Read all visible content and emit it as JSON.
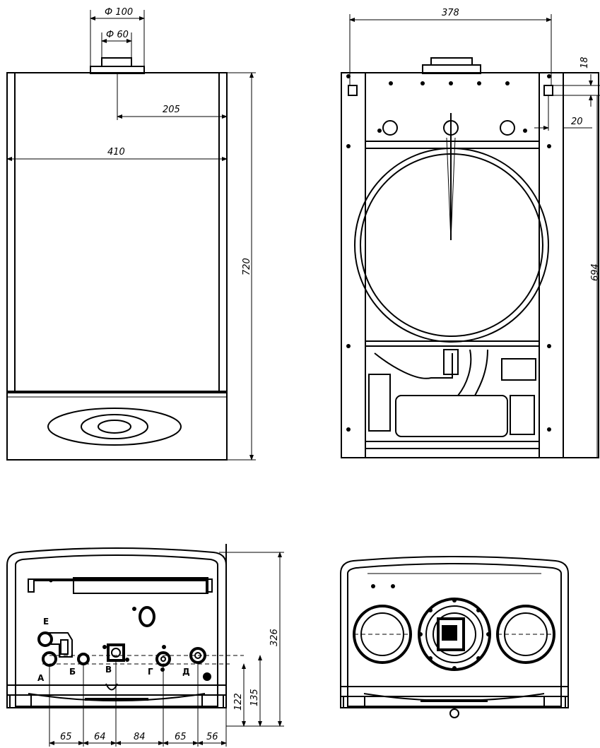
{
  "front_view": {
    "dim_outer_flue": "Ф 100",
    "dim_inner_flue": "Ф 60",
    "dim_flue_offset": "205",
    "dim_width": "410",
    "dim_height": "720"
  },
  "rear_view": {
    "dim_mount_width": "378",
    "dim_top_offset": "18",
    "dim_side_offset": "20",
    "dim_mount_height": "694"
  },
  "bottom_view": {
    "connections": [
      "А",
      "Б",
      "В",
      "Г",
      "Д",
      "Е"
    ],
    "dim_depth": "326",
    "dim_h1": "122",
    "dim_h2": "135",
    "spacings": [
      "65",
      "64",
      "84",
      "65",
      "56"
    ]
  }
}
